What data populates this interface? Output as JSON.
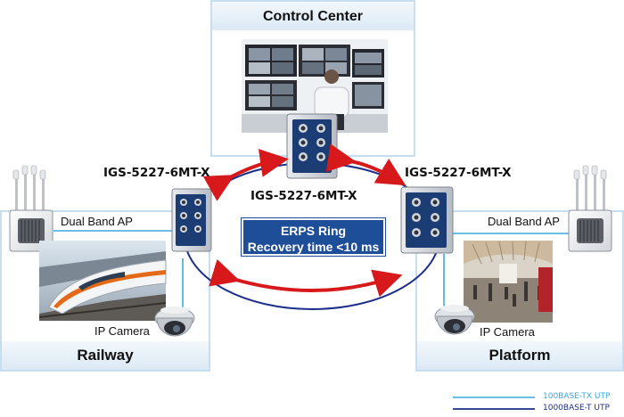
{
  "panels": {
    "control_center": "Control Center",
    "railway": "Railway",
    "platform": "Platform"
  },
  "switches": {
    "left": "IGS-5227-6MT-X",
    "center": "IGS-5227-6MT-X",
    "right": "IGS-5227-6MT-X"
  },
  "devices": {
    "ap_left": "Dual Band AP",
    "ap_right": "Dual Band AP",
    "camera_left": "IP Camera",
    "camera_right": "IP Camera"
  },
  "ring": {
    "line1": "ERPS Ring",
    "line2": "Recovery time <10 ms"
  },
  "legend": {
    "fast": "100BASE-TX UTP",
    "gigabit": "1000BASE-T UTP"
  },
  "colors": {
    "fast_line": "#3aa8e0",
    "gigabit_line": "#1c2f8a",
    "arrow": "#d7191c",
    "ring_box": "#1f4e99",
    "panel_border": "#c7def0"
  }
}
